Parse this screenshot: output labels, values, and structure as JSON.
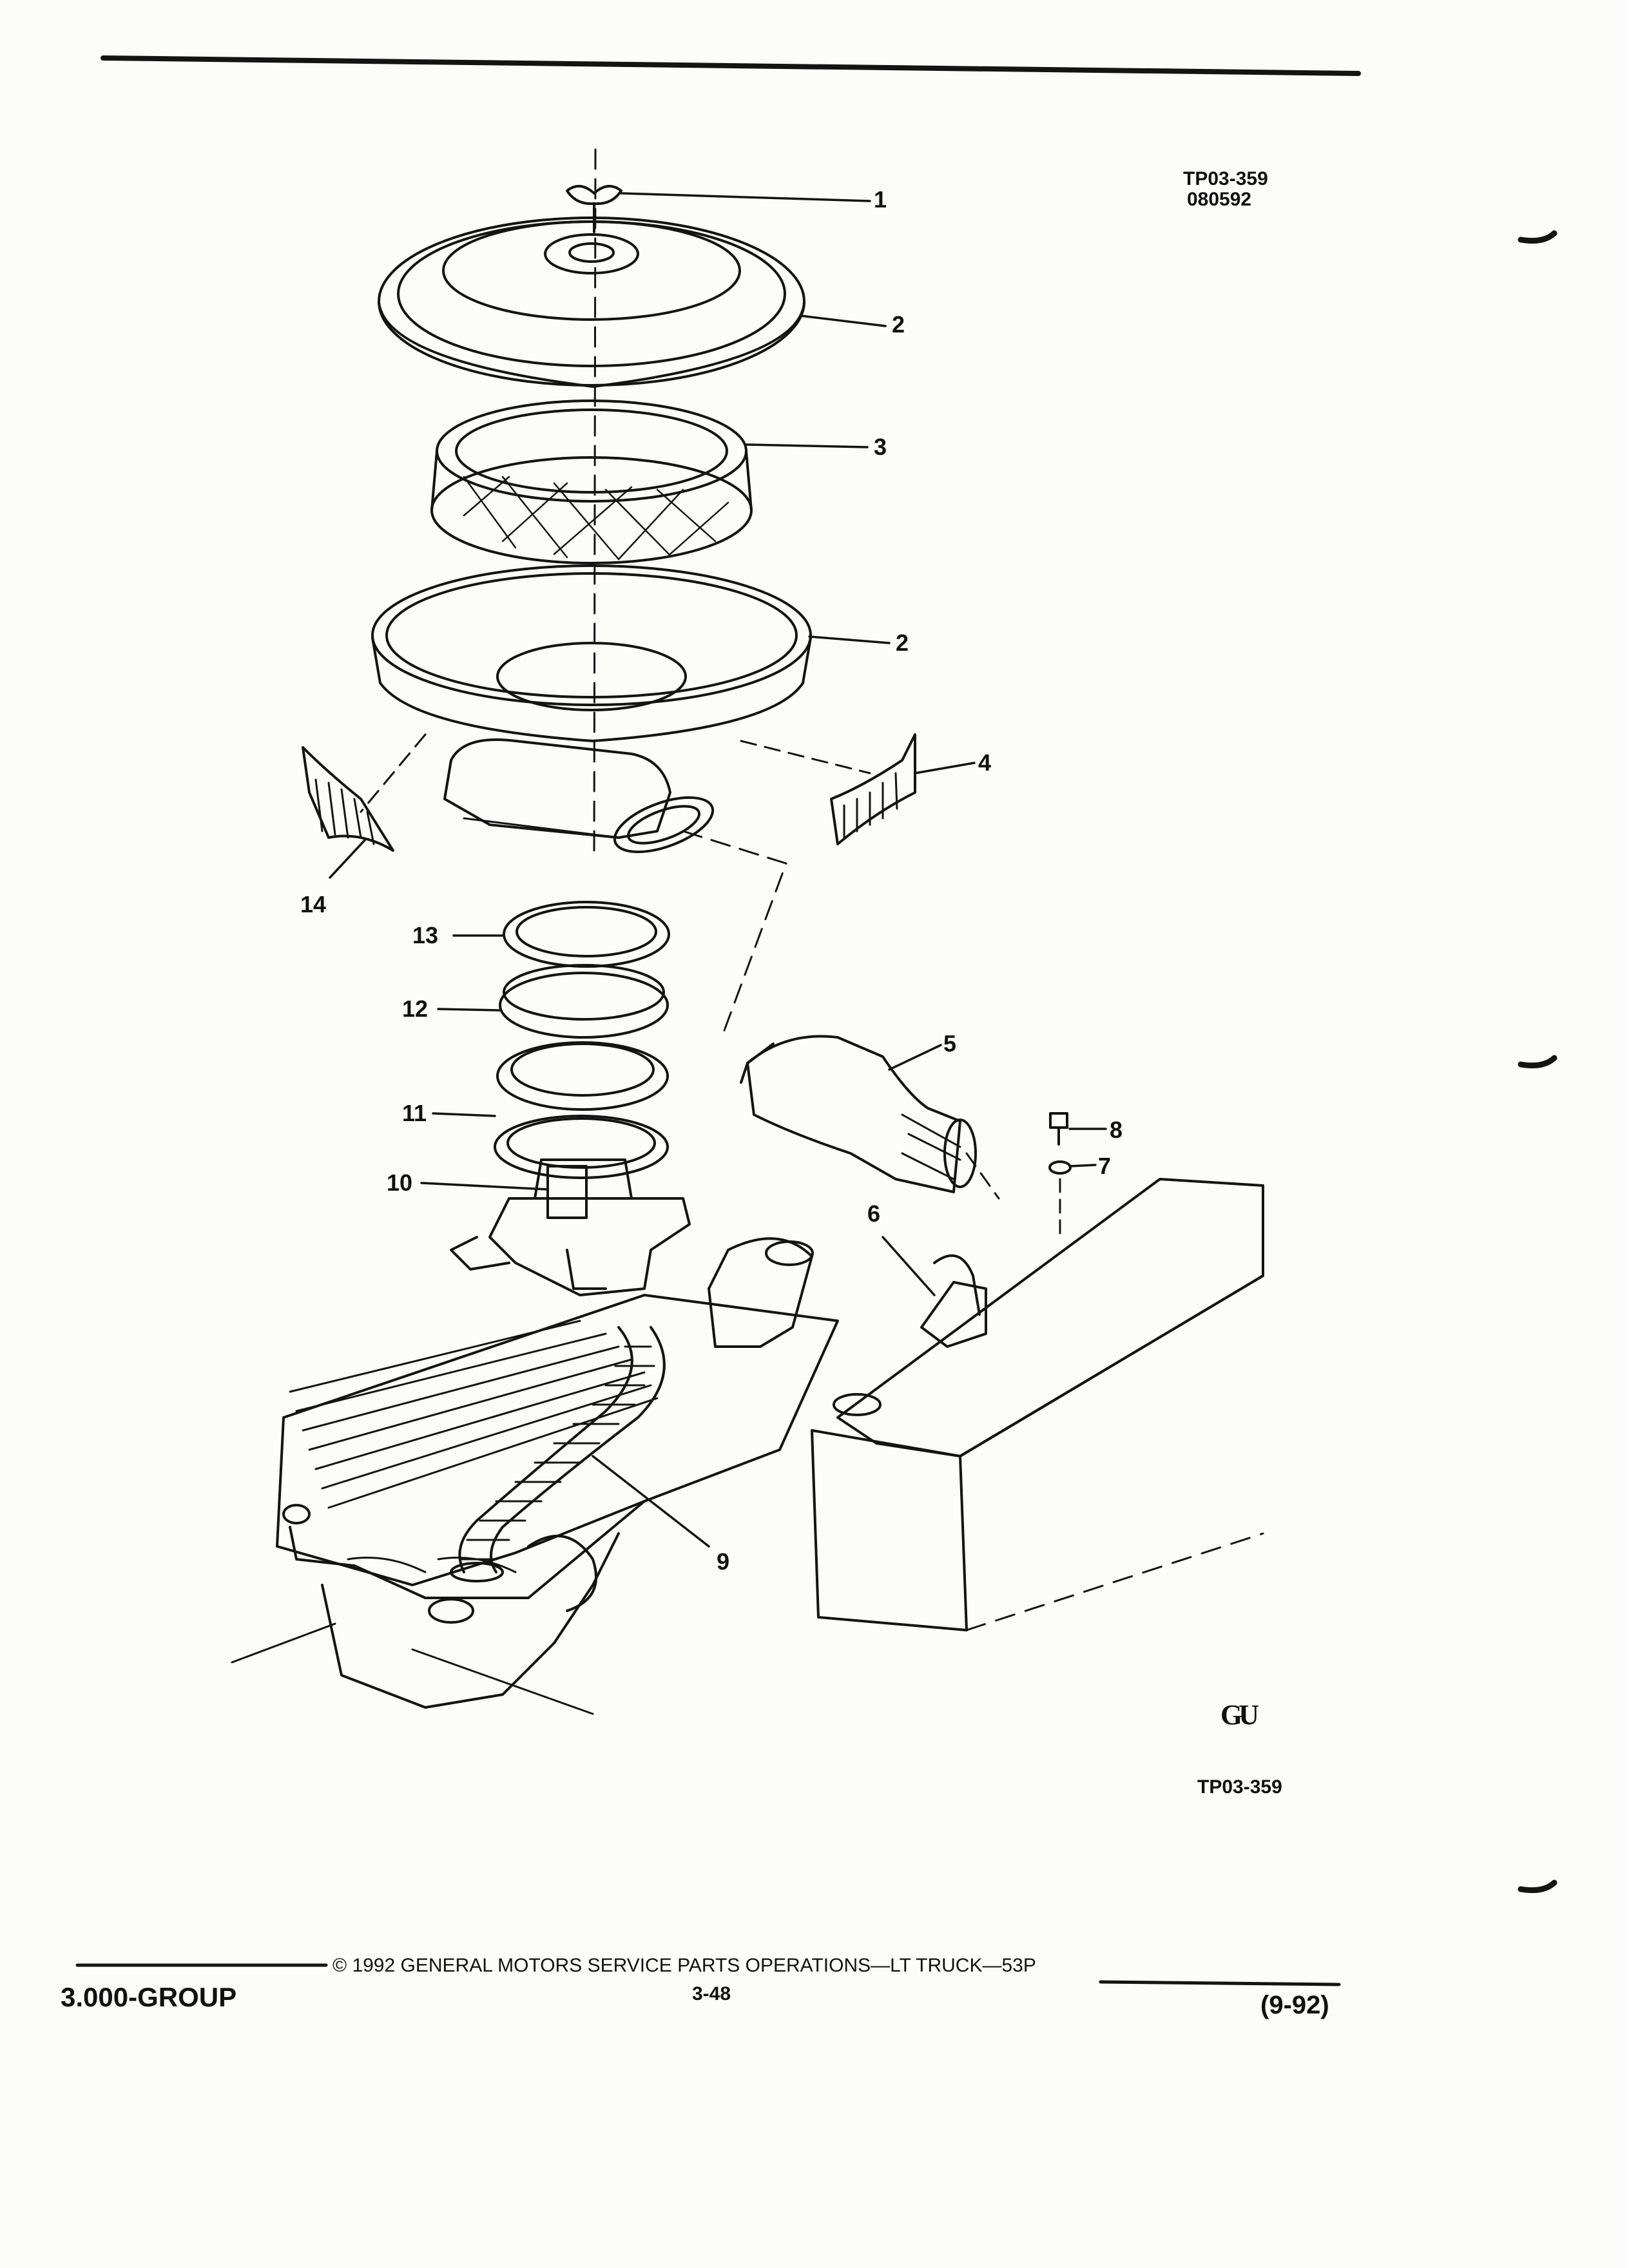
{
  "header": {
    "figure_code": "TP03-359",
    "date_code": "080592"
  },
  "parts": [
    {
      "id": "1",
      "label": "1"
    },
    {
      "id": "2a",
      "label": "2"
    },
    {
      "id": "3",
      "label": "3"
    },
    {
      "id": "2b",
      "label": "2"
    },
    {
      "id": "4",
      "label": "4"
    },
    {
      "id": "5",
      "label": "5"
    },
    {
      "id": "6",
      "label": "6"
    },
    {
      "id": "7",
      "label": "7"
    },
    {
      "id": "8",
      "label": "8"
    },
    {
      "id": "9",
      "label": "9"
    },
    {
      "id": "10",
      "label": "10"
    },
    {
      "id": "11",
      "label": "11"
    },
    {
      "id": "12",
      "label": "12"
    },
    {
      "id": "13",
      "label": "13"
    },
    {
      "id": "14",
      "label": "14"
    }
  ],
  "figure_footer": {
    "logo_text": "GU",
    "figure_code": "TP03-359"
  },
  "footer": {
    "group": "3.000-GROUP",
    "copyright": "© 1992 GENERAL MOTORS SERVICE PARTS OPERATIONS—LT TRUCK—53P",
    "page_number": "3-48",
    "revision": "(9-92)"
  }
}
